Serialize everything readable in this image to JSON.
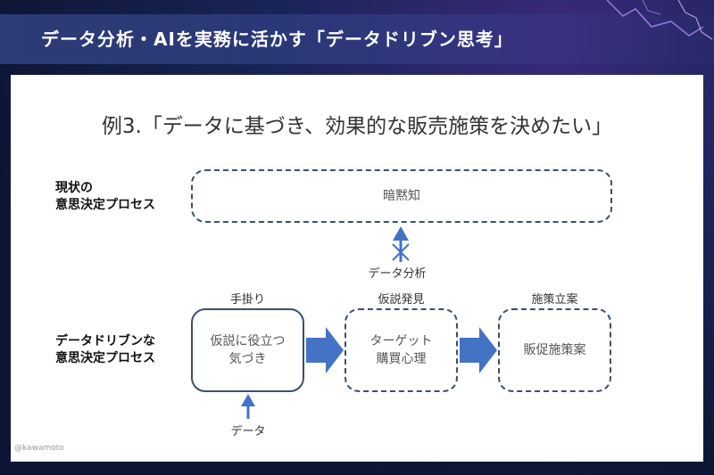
{
  "header": {
    "title": "データ分析・AIを実務に活かす「データドリブン思考」"
  },
  "slide": {
    "title": "例3.「データに基づき、効果的な販売施策を決めたい」",
    "current_label_line1": "現状の",
    "current_label_line2": "意思決定プロセス",
    "current_box": "暗黙知",
    "data_analysis_caption": "データ分析",
    "driven_label_line1": "データドリブンな",
    "driven_label_line2": "意思決定プロセス",
    "step1_caption": "手掛り",
    "step1_line1": "仮説に役立つ",
    "step1_line2": "気づき",
    "step2_caption": "仮説発見",
    "step2_line1": "ターゲット",
    "step2_line2": "購買心理",
    "step3_caption": "施策立案",
    "step3_line1": "販促施策案",
    "data_caption": "データ",
    "credit": "@kawamoto"
  },
  "colors": {
    "arrow": "#4472c4",
    "box_border": "#3b5070",
    "header_text": "#ffffff"
  }
}
